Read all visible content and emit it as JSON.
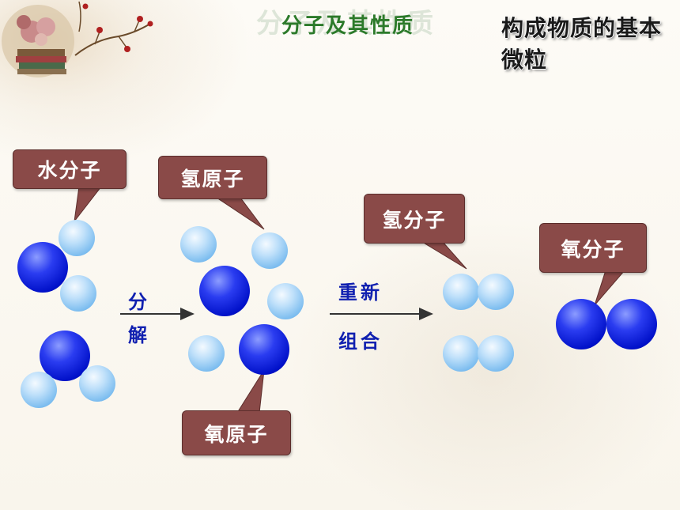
{
  "header": {
    "subtitle": "分子及其性质",
    "title": "构成物质的基本微粒"
  },
  "labels": {
    "water_molecule": "水分子",
    "hydrogen_atom": "氢原子",
    "oxygen_atom": "氧原子",
    "hydrogen_molecule": "氢分子",
    "oxygen_molecule": "氧分子"
  },
  "steps": {
    "decompose": [
      "分",
      "解"
    ],
    "recombine": [
      "重新",
      "组合"
    ]
  },
  "colors": {
    "callout_bg": "#8a4a48",
    "hydrogen": "#7bbcef",
    "oxygen": "#0010c8",
    "subtitle": "#2c7a2a",
    "step_text": "#1020b0"
  }
}
